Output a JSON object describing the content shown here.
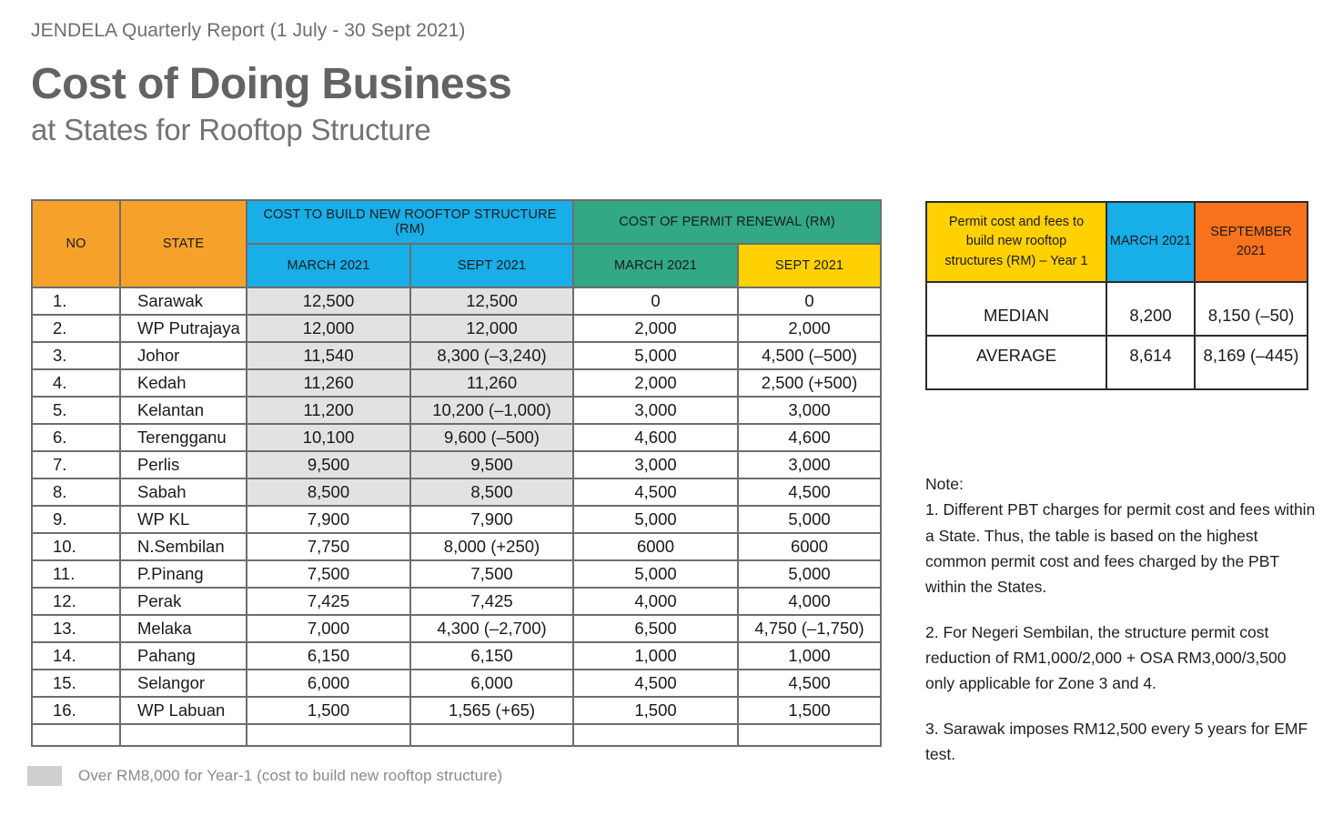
{
  "header": {
    "kicker": "JENDELA Quarterly Report (1 July - 30 Sept 2021)",
    "title": "Cost of Doing Business",
    "subtitle": "at States for Rooftop Structure"
  },
  "colors": {
    "orange": "#F6A12A",
    "blue": "#18AEE8",
    "green": "#33A884",
    "yellow": "#FFD100",
    "deep_orange": "#F8721C",
    "shade_gray": "#e2e2e2",
    "title_gray": "#636363"
  },
  "main_table": {
    "headers": {
      "no": "NO",
      "state": "STATE",
      "group_build": "COST TO BUILD NEW ROOFTOP STRUCTURE (RM)",
      "group_renewal": "COST OF PERMIT RENEWAL (RM)",
      "build_march": "MARCH 2021",
      "build_sept": "SEPT 2021",
      "renewal_march": "MARCH 2021",
      "renewal_sept": "SEPT 2021"
    },
    "rows": [
      {
        "no": "1.",
        "state": "Sarawak",
        "build_march": "12,500",
        "build_sept": "12,500",
        "renewal_march": "0",
        "renewal_sept": "0",
        "shaded": true
      },
      {
        "no": "2.",
        "state": "WP Putrajaya",
        "build_march": "12,000",
        "build_sept": "12,000",
        "renewal_march": "2,000",
        "renewal_sept": "2,000",
        "shaded": true
      },
      {
        "no": "3.",
        "state": "Johor",
        "build_march": "11,540",
        "build_sept": "8,300 (–3,240)",
        "renewal_march": "5,000",
        "renewal_sept": "4,500 (–500)",
        "shaded": true
      },
      {
        "no": "4.",
        "state": "Kedah",
        "build_march": "11,260",
        "build_sept": "11,260",
        "renewal_march": "2,000",
        "renewal_sept": "2,500 (+500)",
        "shaded": true
      },
      {
        "no": "5.",
        "state": "Kelantan",
        "build_march": "11,200",
        "build_sept": "10,200 (–1,000)",
        "renewal_march": "3,000",
        "renewal_sept": "3,000",
        "shaded": true
      },
      {
        "no": "6.",
        "state": "Terengganu",
        "build_march": "10,100",
        "build_sept": "9,600 (–500)",
        "renewal_march": "4,600",
        "renewal_sept": "4,600",
        "shaded": true
      },
      {
        "no": "7.",
        "state": "Perlis",
        "build_march": "9,500",
        "build_sept": "9,500",
        "renewal_march": "3,000",
        "renewal_sept": "3,000",
        "shaded": true
      },
      {
        "no": "8.",
        "state": "Sabah",
        "build_march": "8,500",
        "build_sept": "8,500",
        "renewal_march": "4,500",
        "renewal_sept": "4,500",
        "shaded": true
      },
      {
        "no": "9.",
        "state": "WP KL",
        "build_march": "7,900",
        "build_sept": "7,900",
        "renewal_march": "5,000",
        "renewal_sept": "5,000",
        "shaded": false
      },
      {
        "no": "10.",
        "state": "N.Sembilan",
        "build_march": "7,750",
        "build_sept": "8,000 (+250)",
        "renewal_march": "6000",
        "renewal_sept": "6000",
        "shaded": false
      },
      {
        "no": "11.",
        "state": "P.Pinang",
        "build_march": "7,500",
        "build_sept": "7,500",
        "renewal_march": "5,000",
        "renewal_sept": "5,000",
        "shaded": false
      },
      {
        "no": "12.",
        "state": "Perak",
        "build_march": "7,425",
        "build_sept": "7,425",
        "renewal_march": "4,000",
        "renewal_sept": "4,000",
        "shaded": false
      },
      {
        "no": "13.",
        "state": "Melaka",
        "build_march": "7,000",
        "build_sept": "4,300 (–2,700)",
        "renewal_march": "6,500",
        "renewal_sept": "4,750 (–1,750)",
        "shaded": false
      },
      {
        "no": "14.",
        "state": "Pahang",
        "build_march": "6,150",
        "build_sept": "6,150",
        "renewal_march": "1,000",
        "renewal_sept": "1,000",
        "shaded": false
      },
      {
        "no": "15.",
        "state": "Selangor",
        "build_march": "6,000",
        "build_sept": "6,000",
        "renewal_march": "4,500",
        "renewal_sept": "4,500",
        "shaded": false
      },
      {
        "no": "16.",
        "state": "WP Labuan",
        "build_march": "1,500",
        "build_sept": "1,565 (+65)",
        "renewal_march": "1,500",
        "renewal_sept": "1,500",
        "shaded": false
      }
    ]
  },
  "legend": {
    "text": "Over RM8,000 for Year-1 (cost to build new rooftop structure)"
  },
  "summary_table": {
    "headers": {
      "label": "Permit cost and fees to build new rooftop structures (RM) – Year 1",
      "march": "MARCH 2021",
      "september": "SEPTEMBER 2021"
    },
    "rows": [
      {
        "label": "MEDIAN",
        "march": "8,200",
        "september": "8,150 (–50)"
      },
      {
        "label": "AVERAGE",
        "march": "8,614",
        "september": "8,169 (–445)"
      }
    ]
  },
  "notes": {
    "heading": "Note:",
    "items": [
      "1. Different PBT charges for permit cost and fees within a State. Thus, the table is based on the highest common permit cost and fees charged by the PBT within the States.",
      "2. For Negeri Sembilan, the structure permit cost reduction of RM1,000/2,000 + OSA RM3,000/3,500 only applicable for Zone 3 and 4.",
      "3. Sarawak imposes RM12,500 every 5 years for EMF test."
    ]
  }
}
